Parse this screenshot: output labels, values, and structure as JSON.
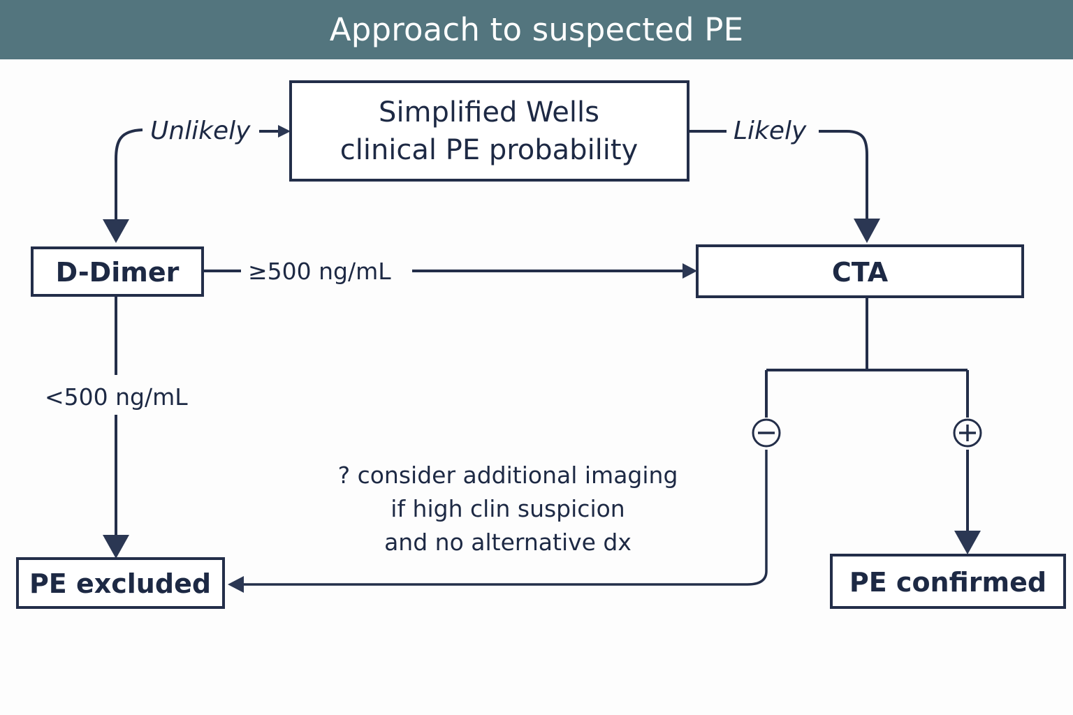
{
  "header": {
    "title": "Approach to suspected PE",
    "background_color": "#53757E",
    "text_color": "#FFFFFF"
  },
  "theme": {
    "line_color": "#232E49",
    "text_color": "#1D2944",
    "box_fill": "#FFFFFF",
    "page_background": "#FDFDFD"
  },
  "nodes": {
    "wells": {
      "line1": "Simplified Wells",
      "line2": "clinical PE probability"
    },
    "ddimer": {
      "label": "D-Dimer"
    },
    "cta": {
      "label": "CTA"
    },
    "pe_excluded": {
      "label": "PE excluded"
    },
    "pe_confirmed": {
      "label": "PE confirmed"
    }
  },
  "edge_labels": {
    "unlikely": "Unlikely",
    "likely": "Likely",
    "ddimer_high": "≥500 ng/mL",
    "ddimer_low": "<500 ng/mL",
    "cta_negative": "⊖",
    "cta_positive": "⊕"
  },
  "note": {
    "line1": "? consider additional imaging",
    "line2": "if high clin suspicion",
    "line3": "and no alternative dx"
  }
}
